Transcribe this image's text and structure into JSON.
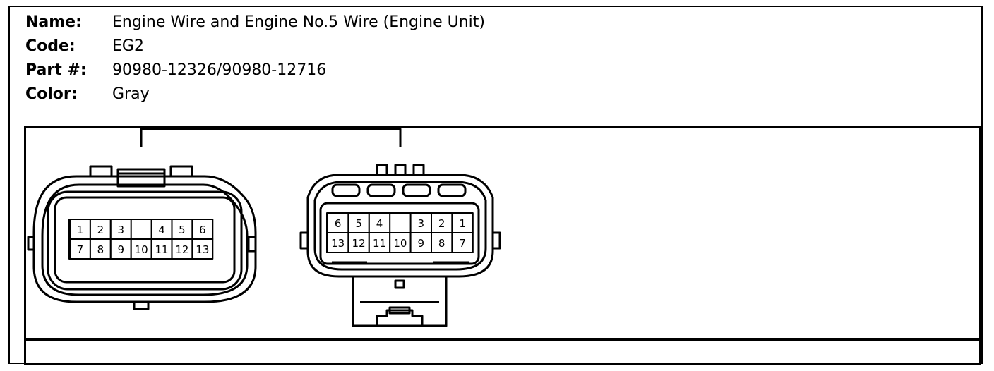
{
  "info": {
    "name_label": "Name:",
    "name_value": "Engine Wire and Engine No.5 Wire (Engine Unit)",
    "code_label": "Code:",
    "code_value": "EG2",
    "part_label": "Part #:",
    "part_value": "90980-12326/90980-12716",
    "color_label": "Color:",
    "color_value": "Gray"
  },
  "connector_left": {
    "top_row": [
      "1",
      "2",
      "3",
      "",
      "4",
      "5",
      "6"
    ],
    "bottom_row": [
      "7",
      "8",
      "9",
      "10",
      "11",
      "12",
      "13"
    ]
  },
  "connector_right": {
    "top_row": [
      "6",
      "5",
      "4",
      "",
      "3",
      "2",
      "1"
    ],
    "bottom_row": [
      "13",
      "12",
      "11",
      "10",
      "9",
      "8",
      "7"
    ]
  }
}
